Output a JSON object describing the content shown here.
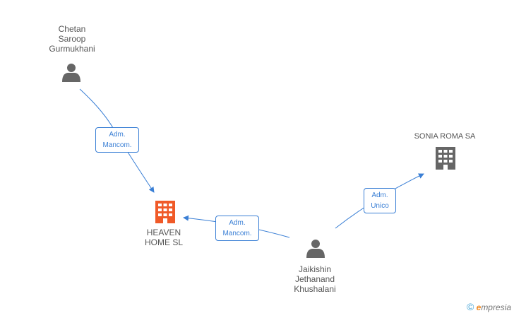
{
  "nodes": {
    "chetan": {
      "lines": [
        "Chetan",
        "Saroop",
        "Gurmukhani"
      ],
      "type": "person"
    },
    "heaven": {
      "lines": [
        "HEAVEN",
        "HOME SL"
      ],
      "type": "company",
      "color": "#f05a28"
    },
    "sonia": {
      "lines": [
        "SONIA ROMA SA"
      ],
      "type": "company",
      "color": "#666666"
    },
    "jaikishin": {
      "lines": [
        "Jaikishin",
        "Jethanand",
        "Khushalani"
      ],
      "type": "person"
    }
  },
  "edges": [
    {
      "from": "chetan",
      "to": "heaven",
      "label": [
        "Adm.",
        "Mancom."
      ]
    },
    {
      "from": "jaikishin",
      "to": "heaven",
      "label": [
        "Adm.",
        "Mancom."
      ]
    },
    {
      "from": "jaikishin",
      "to": "sonia",
      "label": [
        "Adm.",
        "Unico"
      ]
    }
  ],
  "colors": {
    "edge": "#3a7fd5",
    "person_icon": "#666666",
    "company_main": "#f05a28",
    "company_other": "#666666"
  },
  "branding": {
    "copyright": "©",
    "logo_initial": "e",
    "logo_rest": "mpresia"
  }
}
